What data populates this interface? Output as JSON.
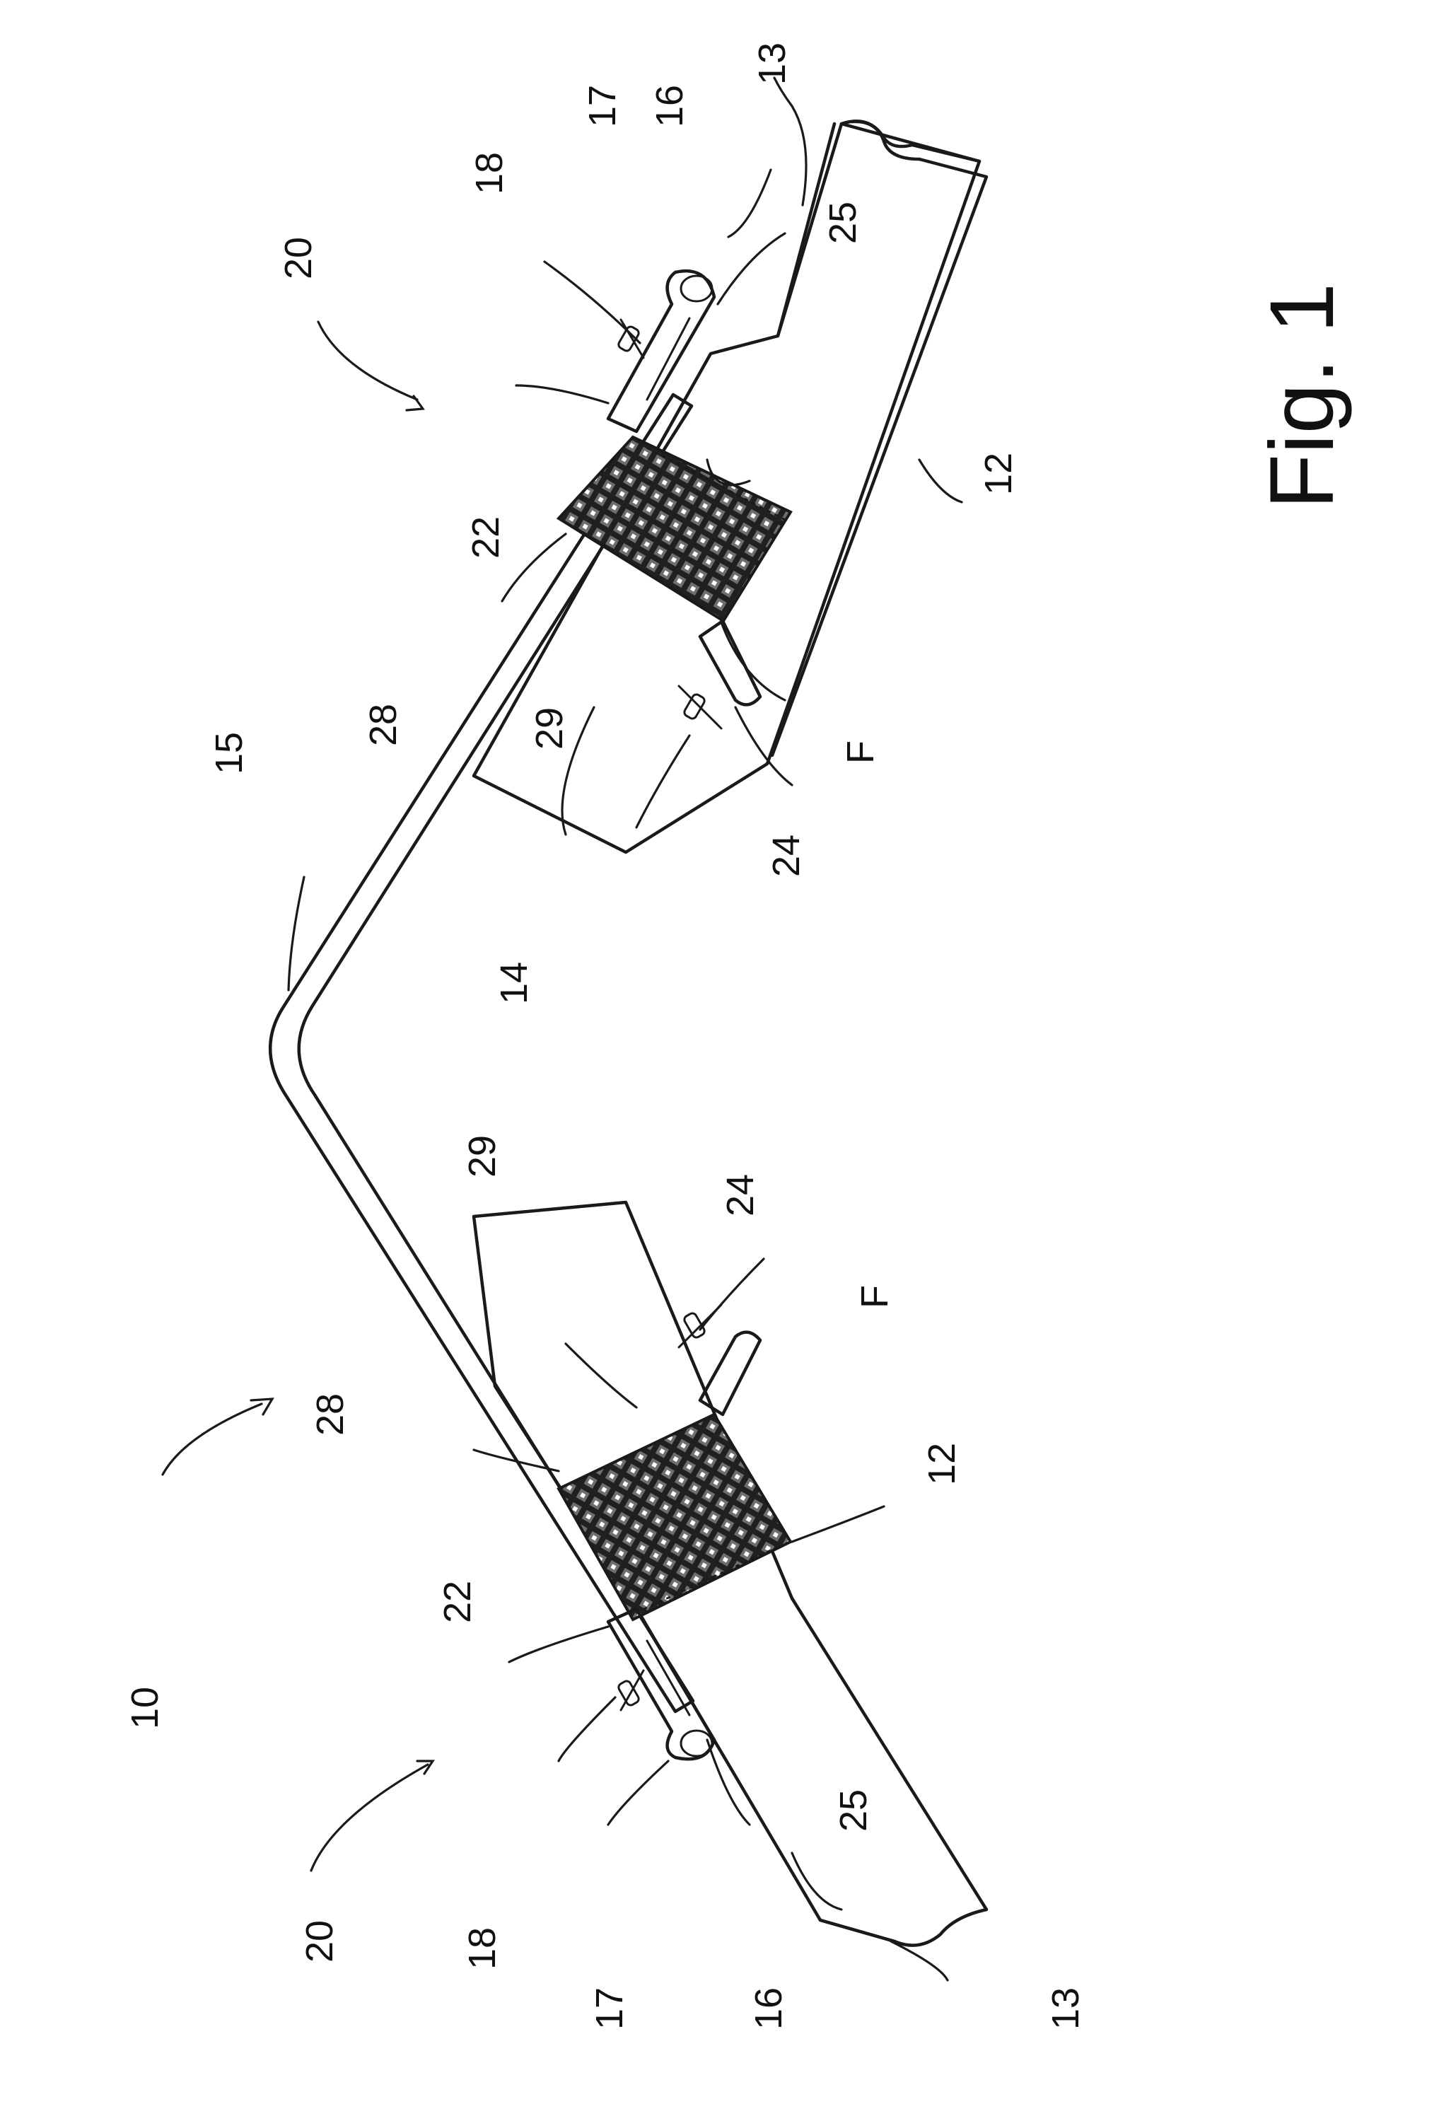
{
  "figure": {
    "caption": "Fig. 1",
    "references": {
      "r10": "10",
      "r12": "12",
      "r13": "13",
      "r14": "14",
      "r15": "15",
      "r16": "16",
      "r17": "17",
      "r18": "18",
      "r20": "20",
      "r22": "22",
      "r24": "24",
      "r25": "25",
      "r28": "28",
      "r29": "29",
      "rF": "F"
    }
  },
  "colors": {
    "line": "#1a1a1a",
    "mesh": "#222222",
    "background": "#ffffff"
  }
}
